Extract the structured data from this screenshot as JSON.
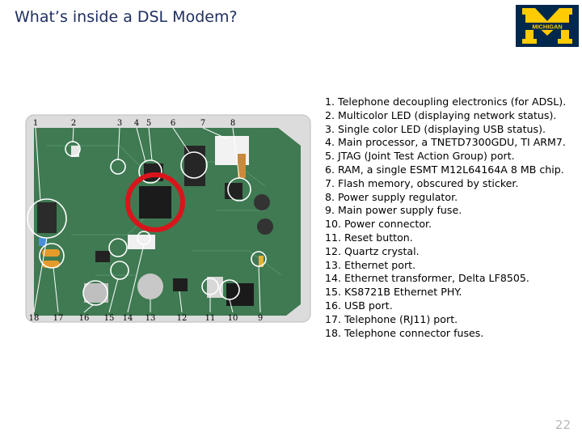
{
  "slide": {
    "title": "What’s inside a DSL Modem?",
    "page_number": "22"
  },
  "logo": {
    "text": "MICHIGAN",
    "colors": {
      "navy": "#00274C",
      "maize": "#FFCB05"
    }
  },
  "photo": {
    "callouts_top": [
      "1",
      "2",
      "3",
      "4",
      "5",
      "6",
      "7",
      "8"
    ],
    "callouts_bottom": [
      "18",
      "17",
      "16",
      "15",
      "14",
      "13",
      "12",
      "11",
      "10",
      "9"
    ],
    "colors": {
      "board": "#3f7a52",
      "highlight": "#d9151b",
      "frame": "#d8d8d8"
    }
  },
  "parts": [
    "1. Telephone decoupling electronics (for ADSL).",
    "2. Multicolor LED (displaying network status).",
    "3. Single color LED (displaying USB status).",
    "4. Main processor, a TNETD7300GDU, TI ARM7.",
    "5. JTAG (Joint Test Action Group) port.",
    "6. RAM, a single ESMT M12L64164A 8 MB chip.",
    "7. Flash memory, obscured by sticker.",
    "8. Power supply regulator.",
    "9. Main power supply fuse.",
    "10. Power connector.",
    "11. Reset button.",
    "12. Quartz crystal.",
    "13. Ethernet port.",
    "14. Ethernet transformer, Delta LF8505.",
    "15. KS8721B Ethernet PHY.",
    "16. USB port.",
    "17. Telephone (RJ11) port.",
    "18. Telephone connector fuses."
  ]
}
